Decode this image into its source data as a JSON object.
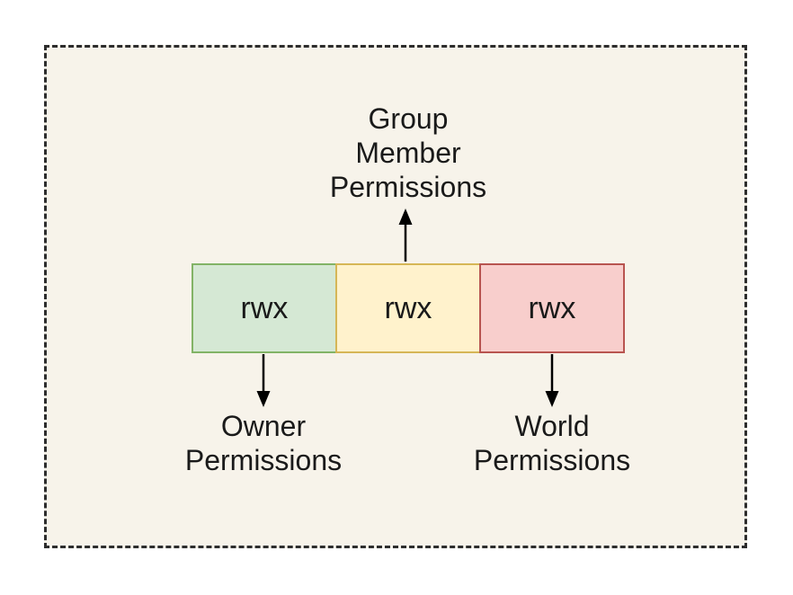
{
  "diagram": {
    "type": "unix-file-permissions",
    "boxes": [
      {
        "id": "owner-bits",
        "label": "rwx",
        "fill": "#d5e8d4",
        "border": "#82b366"
      },
      {
        "id": "group-bits",
        "label": "rwx",
        "fill": "#fff2cc",
        "border": "#d6b656"
      },
      {
        "id": "world-bits",
        "label": "rwx",
        "fill": "#f8cecc",
        "border": "#b85450"
      }
    ],
    "annotations": {
      "group": "Group\nMember\nPermissions",
      "owner": "Owner\nPermissions",
      "world": "World\nPermissions"
    },
    "arrows": [
      {
        "name": "arrow-up-to-group-label",
        "direction": "up"
      },
      {
        "name": "arrow-down-to-owner-label",
        "direction": "down"
      },
      {
        "name": "arrow-down-to-world-label",
        "direction": "down"
      }
    ],
    "colors": {
      "canvas_background": "#ffffff",
      "panel_background": "#f7f3ea",
      "frame_border": "#2d2d2d",
      "text": "#1a1a1a",
      "arrow": "#000000"
    }
  }
}
